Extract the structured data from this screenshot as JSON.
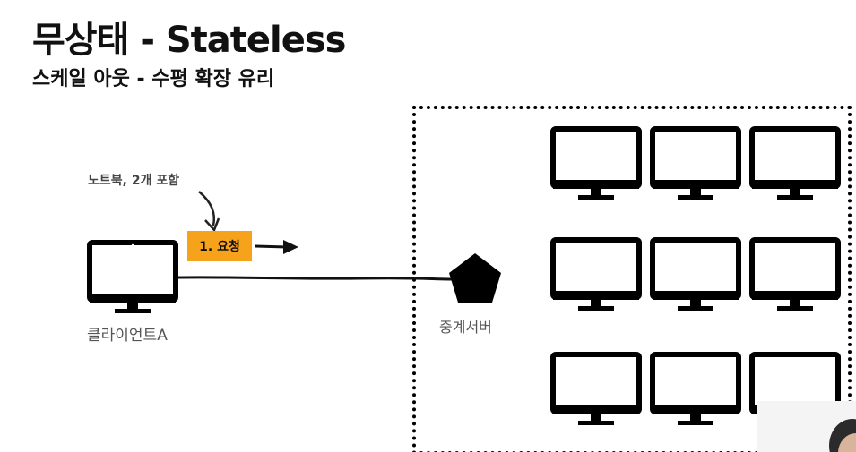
{
  "slide": {
    "title": "무상태 - Stateless",
    "subtitle": "스케일 아웃 - 수평 확장 유리"
  },
  "diagram": {
    "annotation": "노트북, 2개 포함",
    "request_label": "1. 요청",
    "request_color": "#f7a21b",
    "client_label": "클라이언트A",
    "proxy_label": "중계서버",
    "server_grid": {
      "rows": 3,
      "cols": 3
    }
  },
  "icons": {
    "client": "monitor-icon",
    "proxy": "pentagon-icon",
    "servers": "monitor-icon"
  }
}
